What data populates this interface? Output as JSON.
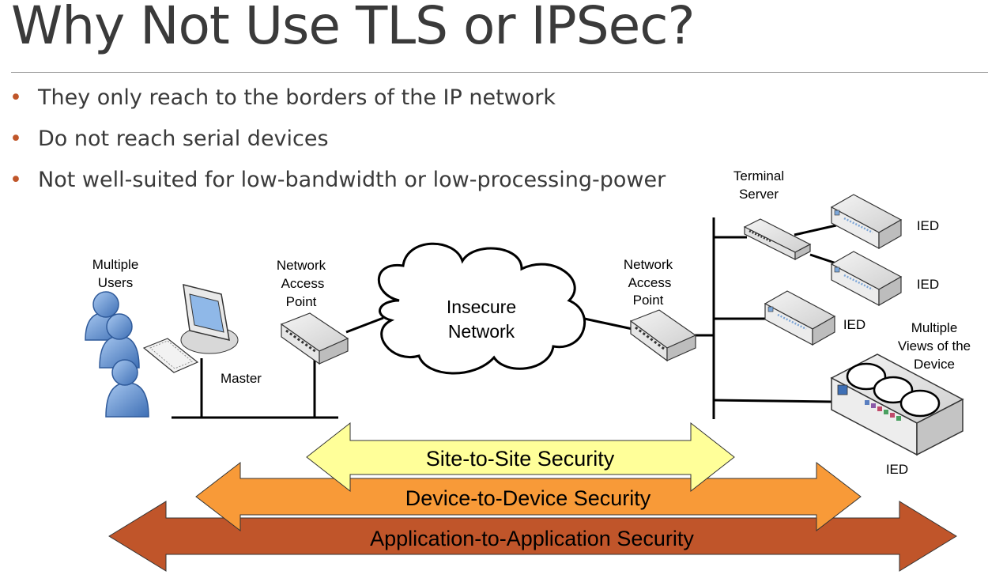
{
  "title": "Why Not Use TLS or IPSec?",
  "bullets": [
    "They only reach to the borders of the IP network",
    "Do not reach serial devices",
    "Not well-suited for low-bandwidth or low-processing-power"
  ],
  "diagram": {
    "users_label": [
      "Multiple",
      "Users"
    ],
    "master_label": "Master",
    "nap_left_label": [
      "Network",
      "Access",
      "Point"
    ],
    "nap_right_label": [
      "Network",
      "Access",
      "Point"
    ],
    "cloud_label": [
      "Insecure",
      "Network"
    ],
    "terminal_server_label": [
      "Terminal",
      "Server"
    ],
    "ied_label": "IED",
    "multiple_views_label": [
      "Multiple",
      "Views of the",
      "Device"
    ],
    "arrows": {
      "site": "Site-to-Site Security",
      "device": "Device-to-Device Security",
      "application": "Application-to-Application Security"
    }
  },
  "colors": {
    "bullet": "#c0562a",
    "site_arrow": "#ffff99",
    "device_arrow": "#f89a38",
    "application_arrow": "#c0552a",
    "device_blue": "#7da7d9"
  }
}
